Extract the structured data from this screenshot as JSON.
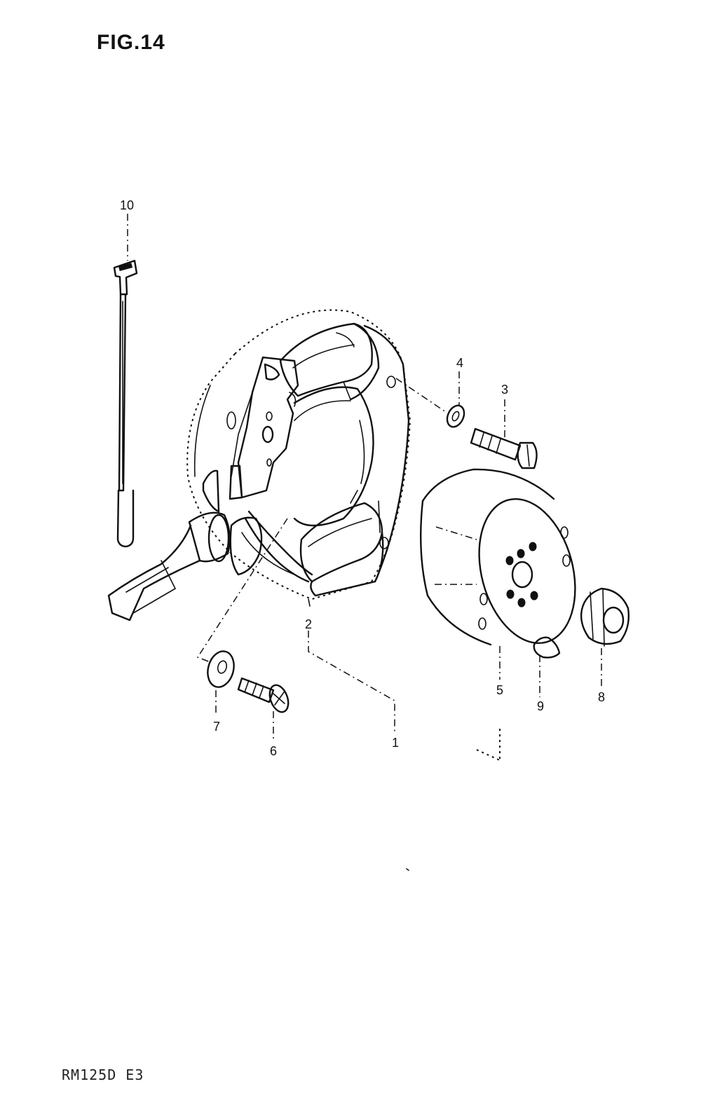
{
  "title": "FIG.14",
  "model_code": "RM125D E3",
  "callouts": [
    {
      "label": "10"
    },
    {
      "label": "4"
    },
    {
      "label": "3"
    },
    {
      "label": "2"
    },
    {
      "label": "5"
    },
    {
      "label": "9"
    },
    {
      "label": "8"
    },
    {
      "label": "7"
    },
    {
      "label": "6"
    },
    {
      "label": "1"
    }
  ]
}
